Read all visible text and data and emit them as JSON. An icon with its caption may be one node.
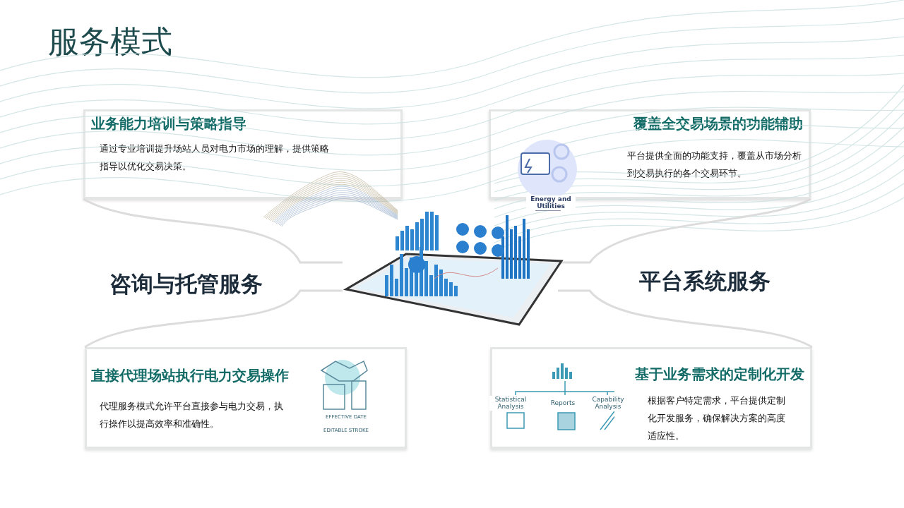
{
  "diagram": {
    "title": "服务模式",
    "nodes": [
      {
        "text": [
          "业务能力培训与策略指导",
          "通过专业培训提升场站人员对电力市场的理解，提供策略指导以优化交易决策。"
        ]
      },
      {
        "text": [
          "覆盖全交易场景的功能辅助",
          "平台提供全面的功能支持，覆盖从市场分析到交易执行的各个交易环节。"
        ]
      },
      {
        "text": [
          "咨询与托管服务"
        ]
      },
      {
        "text": [
          "平台系统服务"
        ]
      },
      {
        "text": [
          "直接代理场站执行电力交易操作",
          "代理服务模式允许平台直接参与电力交易，执行操作以提高效率和准确性。"
        ]
      },
      {
        "text": [
          "基于业务需求的定制化开发",
          "根据客户特定需求，平台提供定制化开发服务，确保解决方案的高度适应性。"
        ]
      }
    ],
    "labels": [
      "Energy and Utilities",
      "EFFECTIVE DATE",
      "EDITABLE STROKE",
      "Statistical Analysis",
      "Reports",
      "Capability Analysis"
    ]
  }
}
